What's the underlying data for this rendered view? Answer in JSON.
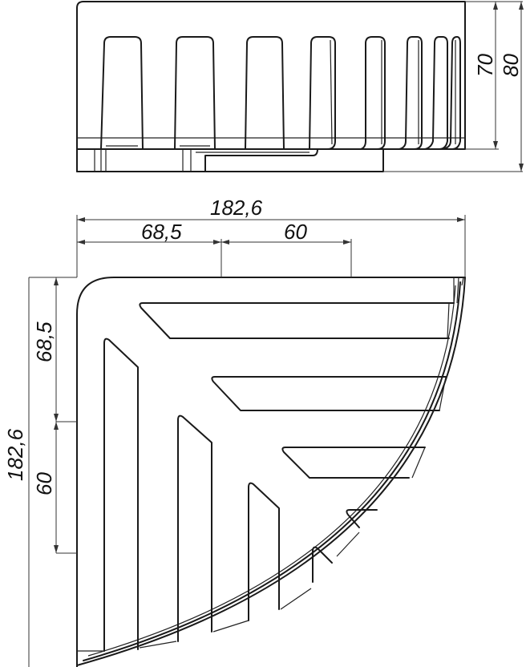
{
  "drawing": {
    "type": "technical drawing",
    "subject": "corner shower basket (quarter-round shelf)",
    "views": [
      {
        "name": "front-elevation",
        "description": "side view showing slotted wall"
      },
      {
        "name": "plan-view",
        "description": "top view, quarter-round shape"
      }
    ],
    "colors": {
      "line": "#1a1a1a",
      "background": "#ffffff"
    }
  },
  "dimensions": {
    "front_view": {
      "inner_height": "70",
      "total_height": "80"
    },
    "plan_view": {
      "overall_width": "182,6",
      "width_segment_1": "68,5",
      "width_segment_2": "60",
      "overall_depth": "182,6",
      "depth_segment_1": "68,5",
      "depth_segment_2": "60"
    }
  }
}
